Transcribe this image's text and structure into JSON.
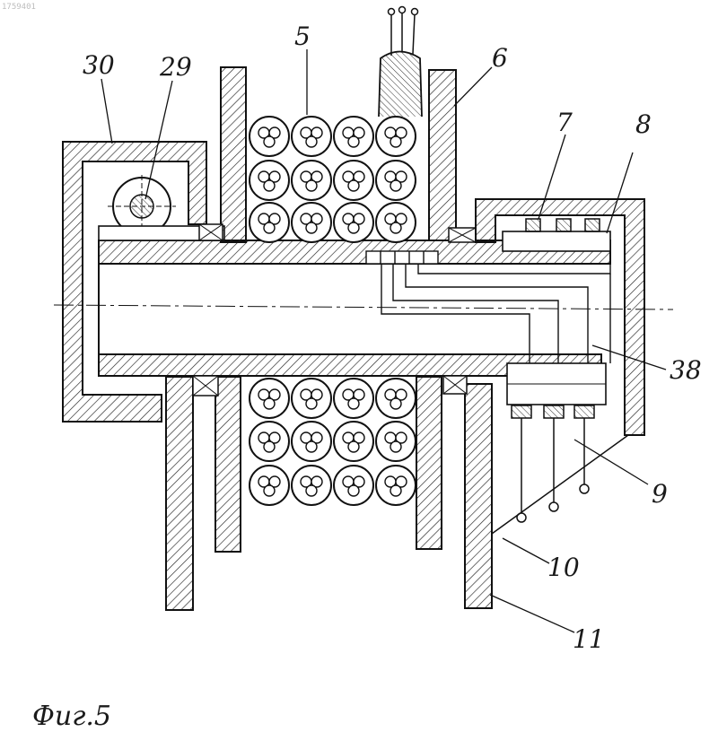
{
  "figure": {
    "stamp": "1759401",
    "caption": "Фиг.5",
    "labels": {
      "l30": "30",
      "l29": "29",
      "l5": "5",
      "l6": "6",
      "l7": "7",
      "l8": "8",
      "l38": "38",
      "l9": "9",
      "l10": "10",
      "l11": "11"
    }
  }
}
